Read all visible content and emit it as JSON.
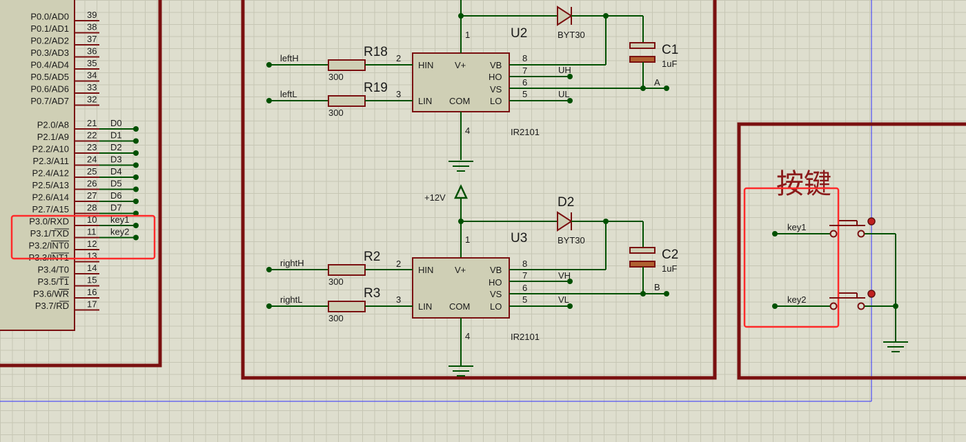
{
  "mcu": {
    "pins": [
      {
        "name": "P0.0/AD0",
        "num": "39"
      },
      {
        "name": "P0.1/AD1",
        "num": "38"
      },
      {
        "name": "P0.2/AD2",
        "num": "37"
      },
      {
        "name": "P0.3/AD3",
        "num": "36"
      },
      {
        "name": "P0.4/AD4",
        "num": "35"
      },
      {
        "name": "P0.5/AD5",
        "num": "34"
      },
      {
        "name": "P0.6/AD6",
        "num": "33"
      },
      {
        "name": "P0.7/AD7",
        "num": "32"
      },
      {
        "name": "P2.0/A8",
        "num": "21",
        "net": "D0"
      },
      {
        "name": "P2.1/A9",
        "num": "22",
        "net": "D1"
      },
      {
        "name": "P2.2/A10",
        "num": "23",
        "net": "D2"
      },
      {
        "name": "P2.3/A11",
        "num": "24",
        "net": "D3"
      },
      {
        "name": "P2.4/A12",
        "num": "25",
        "net": "D4"
      },
      {
        "name": "P2.5/A13",
        "num": "26",
        "net": "D5"
      },
      {
        "name": "P2.6/A14",
        "num": "27",
        "net": "D6"
      },
      {
        "name": "P2.7/A15",
        "num": "28",
        "net": "D7"
      },
      {
        "name": "P3.0/RXD",
        "num": "10",
        "net": "key1"
      },
      {
        "name": "P3.1/TXD",
        "num": "11",
        "net": "key2"
      },
      {
        "name": "P3.2/INT0",
        "num": "12"
      },
      {
        "name": "P3.3/INT1",
        "num": "13"
      },
      {
        "name": "P3.4/T0",
        "num": "14"
      },
      {
        "name": "P3.5/T1",
        "num": "15"
      },
      {
        "name": "P3.6/WR",
        "num": "16"
      },
      {
        "name": "P3.7/RD",
        "num": "17"
      }
    ]
  },
  "drivers": [
    {
      "ref": "U2",
      "part": "IR2101",
      "pins": {
        "hin": "HIN",
        "vplus": "V+",
        "vb": "VB",
        "ho": "HO",
        "vs": "VS",
        "lin": "LIN",
        "com": "COM",
        "lo": "LO"
      },
      "pin_nums": {
        "p1": "1",
        "p2": "2",
        "p3": "3",
        "p4": "4",
        "p5": "5",
        "p6": "6",
        "p7": "7",
        "p8": "8"
      },
      "in_h": "leftH",
      "in_l": "leftL",
      "r_h": "R18",
      "r_l": "R19",
      "r_val": "300",
      "diode_part": "BYT30",
      "cap_ref": "C1",
      "cap_val": "1uF",
      "out_h": "UH",
      "out_l": "UL",
      "node": "A"
    },
    {
      "ref": "U3",
      "part": "IR2101",
      "pins": {
        "hin": "HIN",
        "vplus": "V+",
        "vb": "VB",
        "ho": "HO",
        "vs": "VS",
        "lin": "LIN",
        "com": "COM",
        "lo": "LO"
      },
      "pin_nums": {
        "p1": "1",
        "p2": "2",
        "p3": "3",
        "p4": "4",
        "p5": "5",
        "p6": "6",
        "p7": "7",
        "p8": "8"
      },
      "in_h": "rightH",
      "in_l": "rightL",
      "r_h": "R2",
      "r_l": "R3",
      "r_val": "300",
      "diode_ref": "D2",
      "diode_part": "BYT30",
      "cap_ref": "C2",
      "cap_val": "1uF",
      "out_h": "VH",
      "out_l": "VL",
      "node": "B"
    }
  ],
  "power_label": "+12V",
  "keys": {
    "title": "按键",
    "k1": "key1",
    "k2": "key2"
  },
  "colors": {
    "wire": "#005000",
    "border": "#7a1010",
    "highlight": "#ff2a2a",
    "component": "#7a1010",
    "body_fill": "#cfcfb5",
    "chip_fill": "#cfcfb5",
    "grid": "#c6c6b4",
    "sheet_line": "#2a2aff"
  }
}
